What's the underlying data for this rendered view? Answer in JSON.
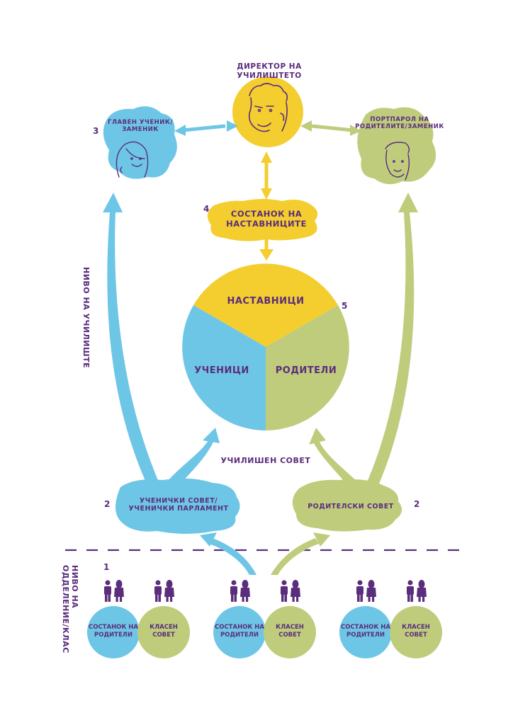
{
  "colors": {
    "purple": "#5a2d7d",
    "blue": "#6ec6e6",
    "green": "#bfcc7c",
    "yellow": "#f4cd2f"
  },
  "top": {
    "director": {
      "label": "ДИРЕКТОР НА УЧИЛИШТЕТО",
      "icon": "face-man-curly-hair-icon"
    },
    "student_leader": {
      "number": "3",
      "label_line1": "ГЛАВЕН УЧЕНИК/",
      "label_line2": "ЗАМЕНИК",
      "icon": "face-girl-icon"
    },
    "parent_rep": {
      "label_line1": "ПОРТПАРОЛ НА",
      "label_line2": "РОДИТЕЛИТЕ/ЗАМЕНИК",
      "icon": "face-man-icon"
    }
  },
  "mentors_meeting": {
    "number": "4",
    "label_line1": "СОСТАНОК НА",
    "label_line2": "НАСТАВНИЦИТЕ"
  },
  "school_council": {
    "number": "5",
    "title": "УЧИЛИШЕН СОВЕТ",
    "segments": [
      {
        "label": "НАСТАВНИЦИ",
        "color": "#f4cd2f"
      },
      {
        "label": "УЧЕНИЦИ",
        "color": "#6ec6e6"
      },
      {
        "label": "РОДИТЕЛИ",
        "color": "#bfcc7c"
      }
    ]
  },
  "school_level_label": "НИВО НА УЧИЛИШТЕ",
  "class_level_label_line1": "НИВО НА",
  "class_level_label_line2": "ОДДЕЛЕНИЕ/КЛАС",
  "student_council": {
    "number": "2",
    "label_line1": "УЧЕНИЧКИ СОВЕТ/",
    "label_line2": "УЧЕНИЧКИ ПАРЛАМЕНТ"
  },
  "parent_council": {
    "number": "2",
    "label": "РОДИТЕЛСКИ СОВЕТ"
  },
  "class_level": {
    "number": "1",
    "groups": [
      {
        "parents_meeting_line1": "СОСТАНОК НА",
        "parents_meeting_line2": "РОДИТЕЛИ",
        "class_council_line1": "КЛАСЕН",
        "class_council_line2": "СОВЕТ"
      },
      {
        "parents_meeting_line1": "СОСТАНОК НА",
        "parents_meeting_line2": "РОДИТЕЛИ",
        "class_council_line1": "КЛАСЕН",
        "class_council_line2": "СОВЕТ"
      },
      {
        "parents_meeting_line1": "СОСТАНОК НА",
        "parents_meeting_line2": "РОДИТЕЛИ",
        "class_council_line1": "КЛАСЕН",
        "class_council_line2": "СОВЕТ"
      }
    ]
  }
}
